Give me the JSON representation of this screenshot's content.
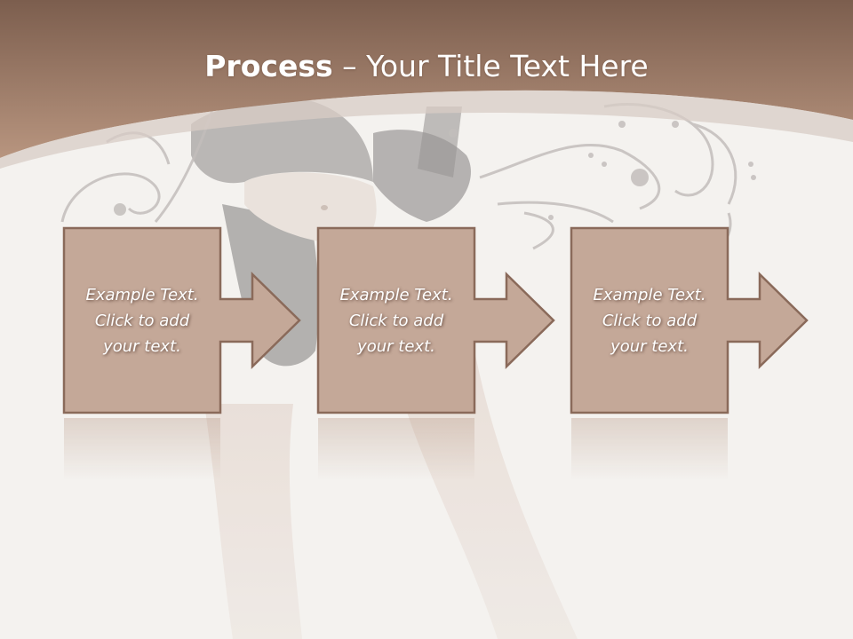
{
  "title": {
    "bold": "Process",
    "rest": " – Your Title Text Here"
  },
  "steps": [
    {
      "text": "Example Text.\nClick  to add\nyour text."
    },
    {
      "text": "Example Text.\nClick  to add\nyour text."
    },
    {
      "text": "Example Text.\nClick  to add\nyour text."
    }
  ],
  "colors": {
    "header_top": "#7c5e4e",
    "header_bottom": "#b3907c",
    "box_fill": "#c4a898",
    "box_stroke": "#8a6a5a",
    "background": "#f4f2ef"
  }
}
